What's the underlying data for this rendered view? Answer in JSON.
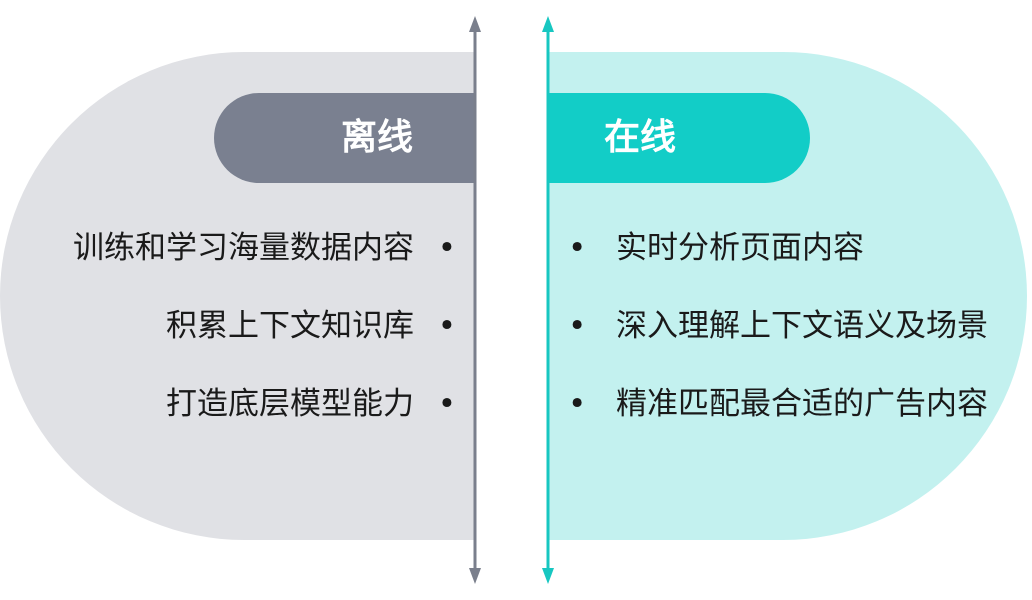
{
  "colors": {
    "offline_panel": "#e0e1e5",
    "offline_header": "#7a8090",
    "offline_axis": "#7a7f8c",
    "online_panel": "#c3f1ef",
    "online_header": "#12cdc7",
    "online_axis": "#17c7c1"
  },
  "offline": {
    "title": "离线",
    "items": [
      "训练和学习海量数据内容",
      "积累上下文知识库",
      "打造底层模型能力"
    ]
  },
  "online": {
    "title": "在线",
    "items": [
      "实时分析页面内容",
      "深入理解上下文语义及场景",
      "精准匹配最合适的广告内容"
    ]
  },
  "bullet_symbol": "•"
}
